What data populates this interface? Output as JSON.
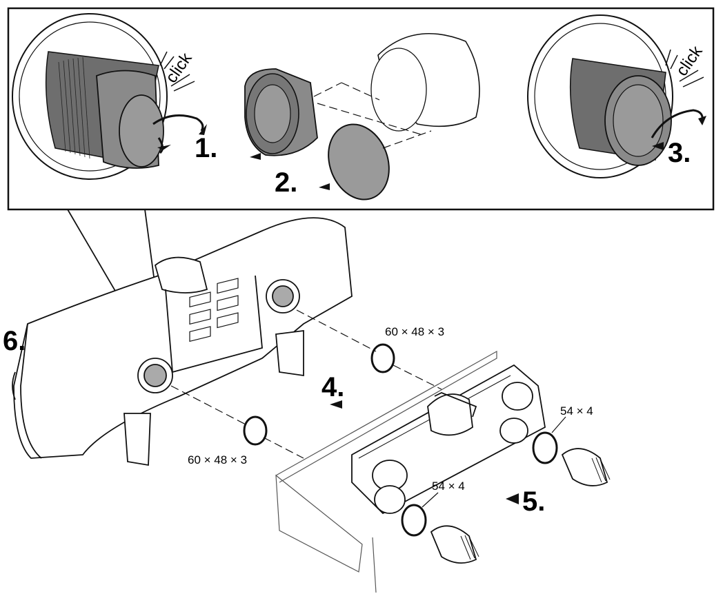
{
  "steps": {
    "s1": "1.",
    "s2": "2.",
    "s3": "3.",
    "s4": "4.",
    "s5": "5.",
    "s6": "6."
  },
  "sound_labels": {
    "left": "click",
    "right": "click"
  },
  "dimensions": {
    "seal_upper": "60 × 48 × 3",
    "seal_lower": "60 × 48 × 3",
    "oring_right": "54 × 4",
    "oring_left": "54 × 4"
  },
  "colors": {
    "ink": "#111111",
    "part_grey": "#8a8a8a",
    "dark_grey": "#5a5a5a",
    "light_grey": "#cfcfcf"
  }
}
